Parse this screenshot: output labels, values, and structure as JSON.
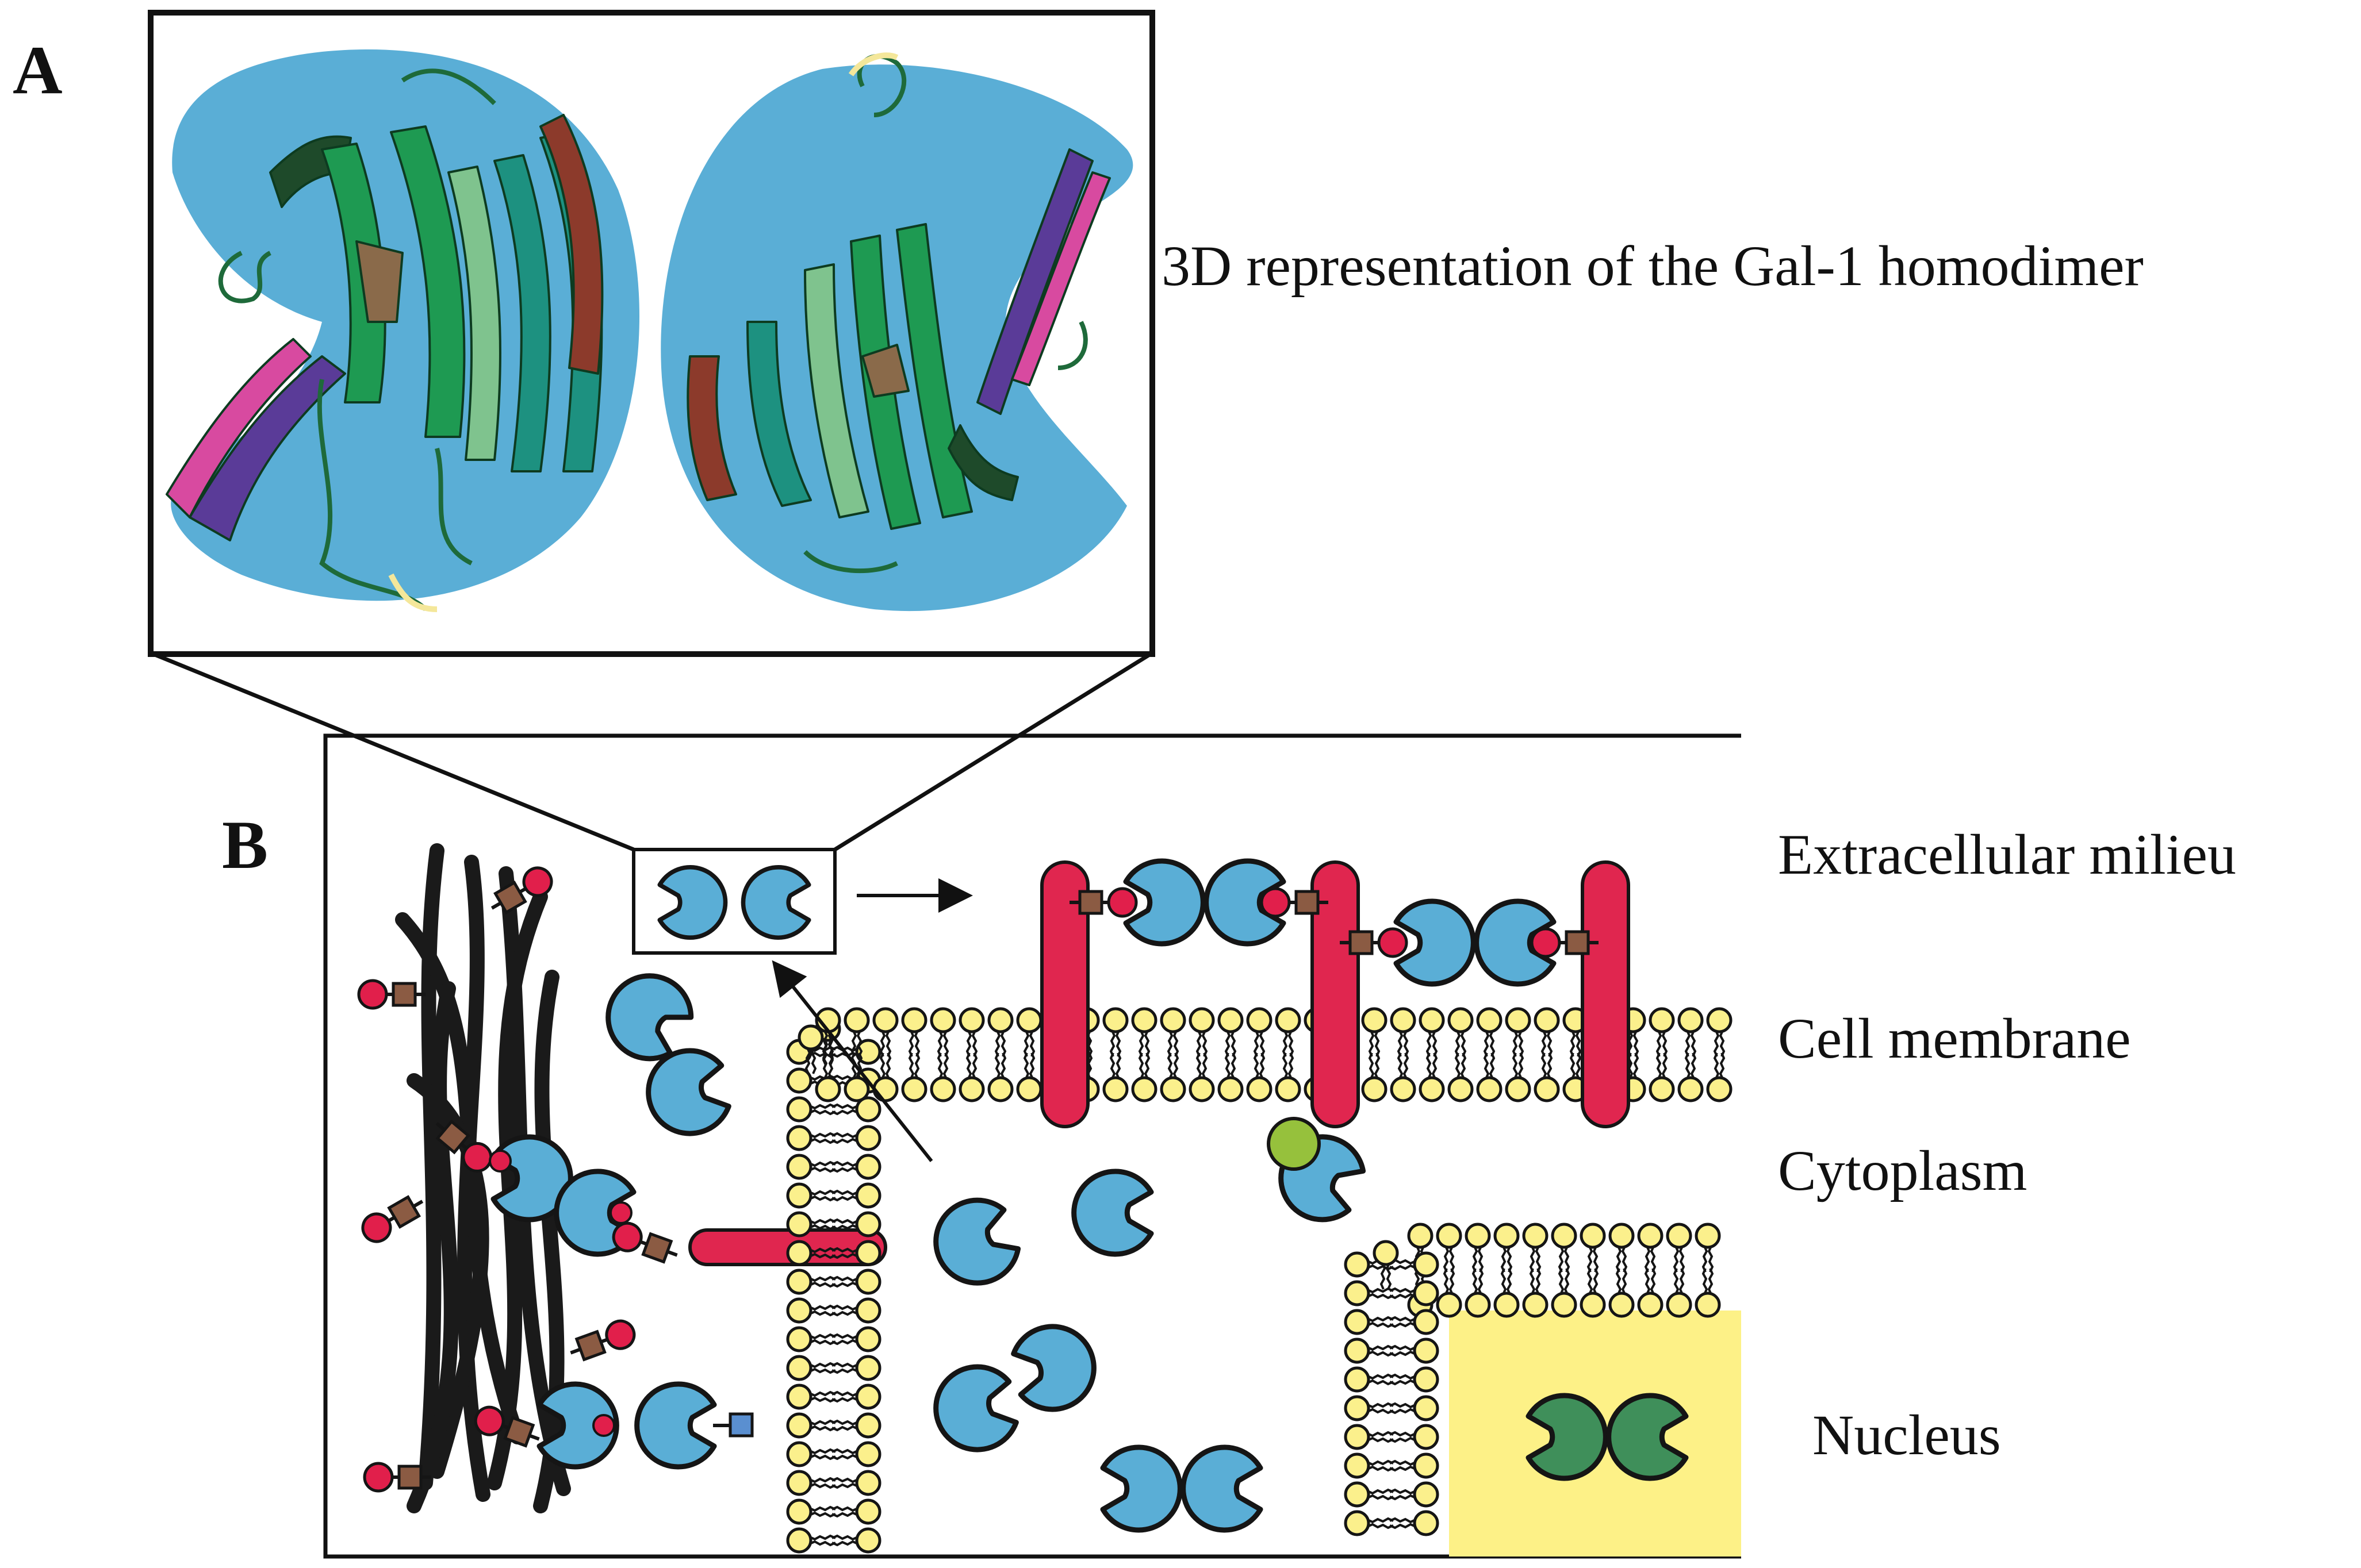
{
  "panels": {
    "a": {
      "letter": "A",
      "caption": "3D representation of the Gal-1 homodimer"
    },
    "b": {
      "letter": "B",
      "labels": {
        "extracellular": "Extracellular milieu",
        "membrane": "Cell membrane",
        "cytoplasm": "Cytoplasm",
        "nucleus": "Nucleus"
      }
    }
  },
  "colors": {
    "galectin": "#5aaed6",
    "galectin_nuclear": "#3f8f5a",
    "lipid_head": "#fbf08c",
    "nucleus_fill": "#fdf187",
    "glycoprotein": "#e0264f",
    "sugar_brown": "#8b5b43",
    "sugar_red": "#e11f4b",
    "sugar_blue": "#5a8fd0",
    "matrix": "#1a1a1a",
    "anchor_green": "#96c13c",
    "strand_green": "#1e9a52",
    "strand_teal": "#1d9180",
    "strand_purple": "#5a3b98",
    "strand_brown": "#8c3a2b",
    "strand_pink": "#d84aa0"
  },
  "icons": [
    "galectin-monomer-icon",
    "lipid-bilayer-icon",
    "glycan-chain-icon",
    "extracellular-matrix-icon"
  ]
}
